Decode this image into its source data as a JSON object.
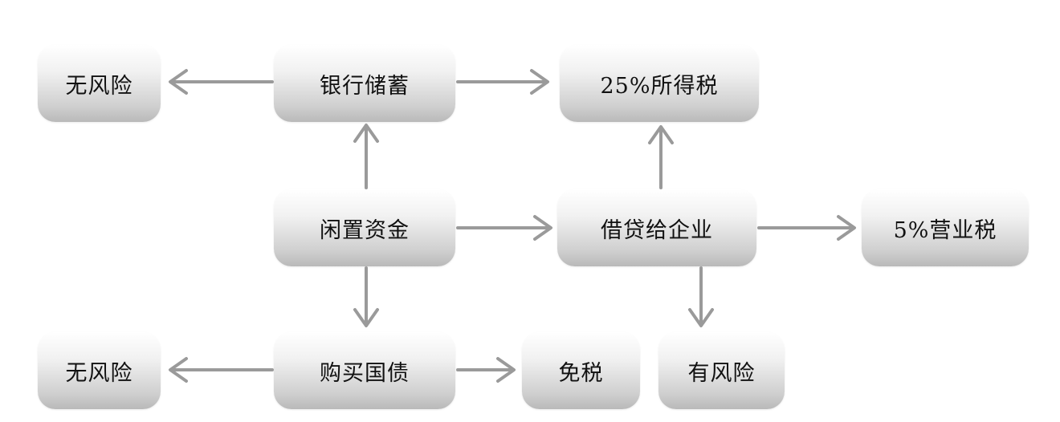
{
  "diagram": {
    "nodes": {
      "no_risk_top": "无风险",
      "bank_savings": "银行储蓄",
      "income_tax": "25%所得税",
      "idle_funds": "闲置资金",
      "lend_to_enterprise": "借贷给企业",
      "business_tax": "5%营业税",
      "no_risk_bottom": "无风险",
      "buy_treasury": "购买国债",
      "tax_free": "免税",
      "has_risk": "有风险"
    },
    "edges": [
      {
        "from": "bank_savings",
        "to": "no_risk_top"
      },
      {
        "from": "bank_savings",
        "to": "income_tax"
      },
      {
        "from": "idle_funds",
        "to": "bank_savings"
      },
      {
        "from": "idle_funds",
        "to": "lend_to_enterprise"
      },
      {
        "from": "idle_funds",
        "to": "buy_treasury"
      },
      {
        "from": "lend_to_enterprise",
        "to": "income_tax"
      },
      {
        "from": "lend_to_enterprise",
        "to": "business_tax"
      },
      {
        "from": "lend_to_enterprise",
        "to": "has_risk"
      },
      {
        "from": "buy_treasury",
        "to": "no_risk_bottom"
      },
      {
        "from": "buy_treasury",
        "to": "tax_free"
      }
    ],
    "colors": {
      "arrow": "#9a9a9a",
      "text": "#111111"
    }
  }
}
